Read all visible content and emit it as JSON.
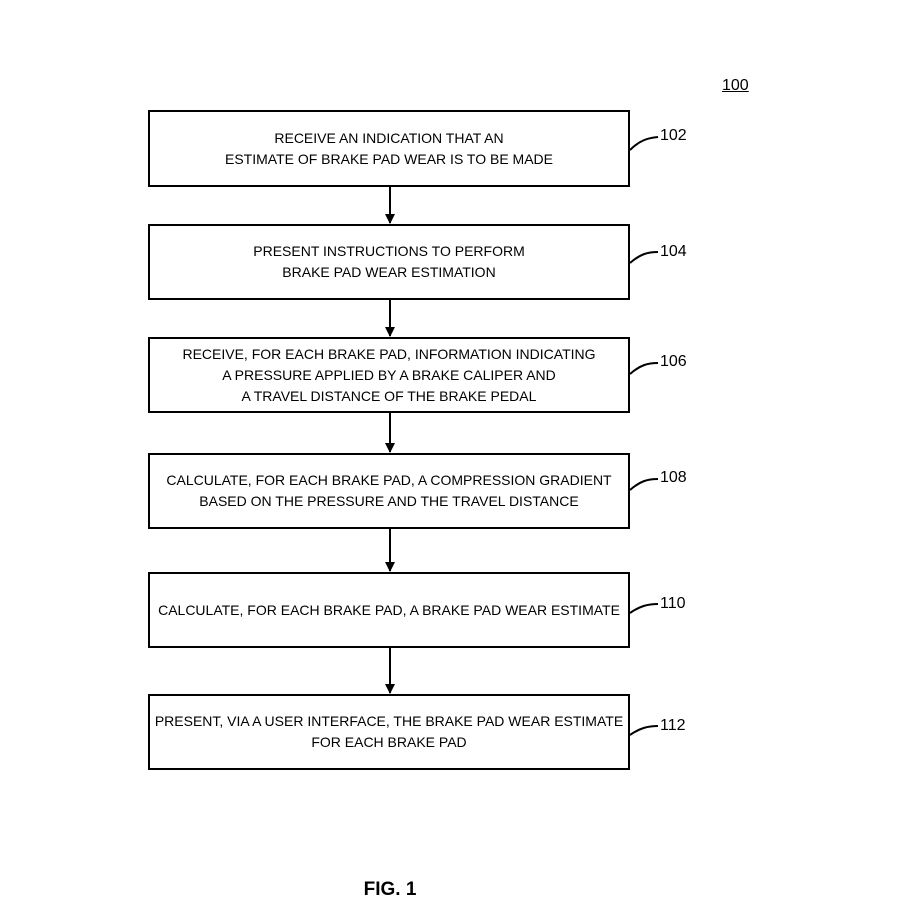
{
  "figure_ref": "100",
  "steps": [
    {
      "ref": "102",
      "text": "RECEIVE AN INDICATION THAT AN\nESTIMATE OF BRAKE PAD WEAR IS TO BE MADE"
    },
    {
      "ref": "104",
      "text": "PRESENT INSTRUCTIONS TO PERFORM\nBRAKE PAD WEAR ESTIMATION"
    },
    {
      "ref": "106",
      "text": "RECEIVE, FOR EACH BRAKE PAD, INFORMATION INDICATING\nA PRESSURE APPLIED BY A BRAKE CALIPER AND\nA TRAVEL DISTANCE OF THE BRAKE PEDAL"
    },
    {
      "ref": "108",
      "text": "CALCULATE, FOR EACH BRAKE PAD, A COMPRESSION GRADIENT\nBASED ON THE PRESSURE AND THE TRAVEL DISTANCE"
    },
    {
      "ref": "110",
      "text": "CALCULATE, FOR EACH BRAKE PAD, A BRAKE PAD WEAR ESTIMATE"
    },
    {
      "ref": "112",
      "text": "PRESENT, VIA A USER INTERFACE, THE BRAKE PAD WEAR ESTIMATE\nFOR EACH BRAKE PAD"
    }
  ],
  "caption": "FIG. 1"
}
